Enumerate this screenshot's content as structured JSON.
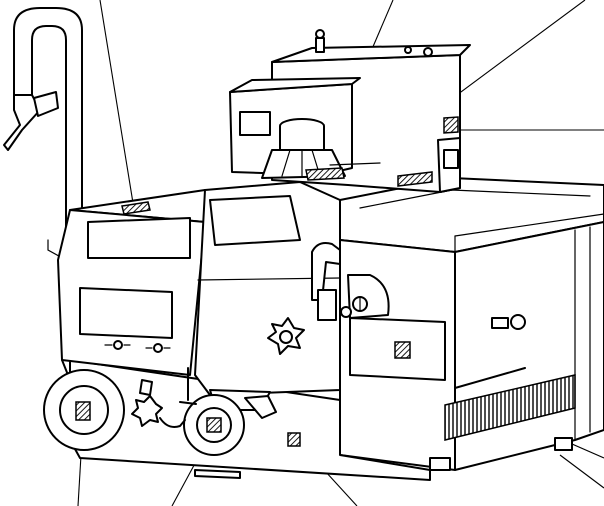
{
  "figure": {
    "background": "#ffffff",
    "ink": "#000000",
    "callout_markers": [
      {
        "name": "top-slot"
      },
      {
        "name": "head-top-vent"
      },
      {
        "name": "motor-side-label"
      },
      {
        "name": "table-slot"
      },
      {
        "name": "right-door-label"
      },
      {
        "name": "left-wheel-label"
      },
      {
        "name": "front-wheel-label"
      },
      {
        "name": "base-label"
      }
    ]
  }
}
